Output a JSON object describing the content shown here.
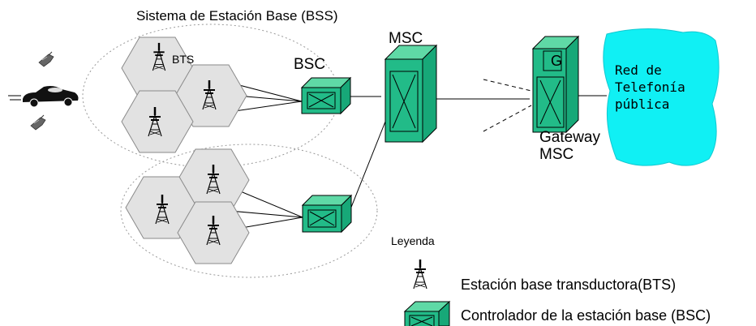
{
  "labels": {
    "bss_title": "Sistema de Estación Base (BSS)",
    "bts": "BTS",
    "bsc": "BSC",
    "msc": "MSC",
    "gateway_letter": "G",
    "gateway_line1": "Gateway",
    "gateway_line2": "MSC",
    "pstn_line1": "Red de",
    "pstn_line2": "Telefonía",
    "pstn_line3": "pública"
  },
  "legend": {
    "title": "Leyenda",
    "bts_desc": "Estación base  transductora(BTS)",
    "bsc_desc": "Controlador de la estación base (BSC)"
  },
  "colors": {
    "switch_green": "#22bb88",
    "cell_gray": "#e2e2e2",
    "pstn_cyan": "#10f0f4",
    "line": "#000000"
  }
}
